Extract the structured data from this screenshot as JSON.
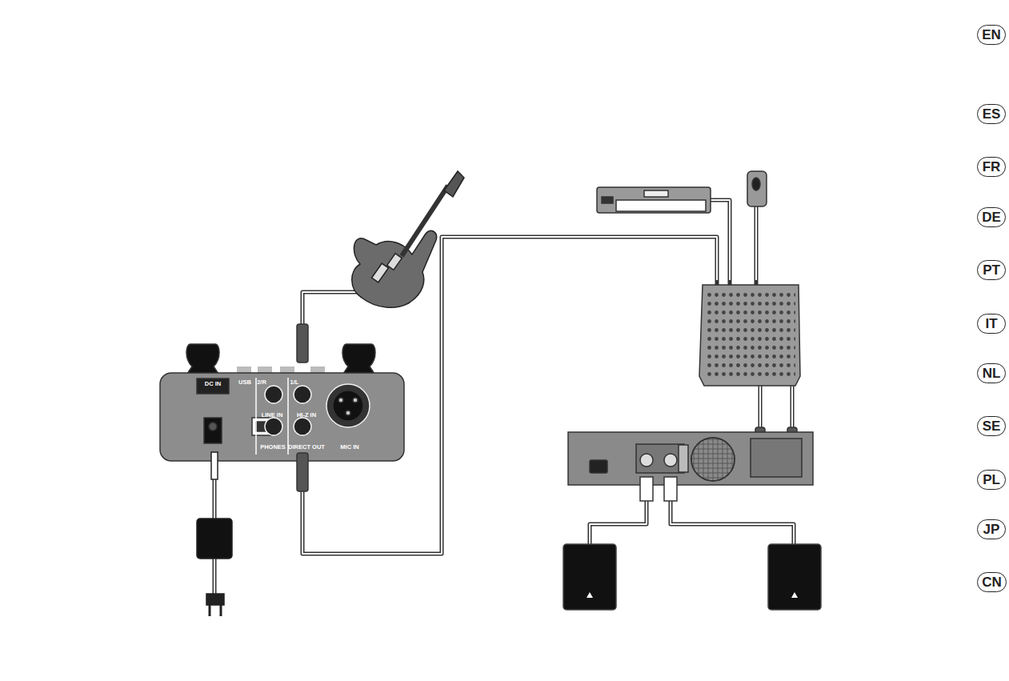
{
  "diagram": {
    "nodes": [
      {
        "text": [
          "EN"
        ]
      },
      {
        "text": [
          "ES"
        ]
      },
      {
        "text": [
          "FR"
        ]
      },
      {
        "text": [
          "DE"
        ]
      },
      {
        "text": [
          "PT"
        ]
      },
      {
        "text": [
          "IT"
        ]
      },
      {
        "text": [
          "NL"
        ]
      },
      {
        "text": [
          "SE"
        ]
      },
      {
        "text": [
          "PL"
        ]
      },
      {
        "text": [
          "JP"
        ]
      },
      {
        "text": [
          "CN"
        ]
      }
    ],
    "labels": [
      "DC IN",
      "USB",
      "2/R",
      "1/L",
      "LINE IN",
      "HI-Z IN",
      "PHONES",
      "DIRECT OUT",
      "MIC IN"
    ]
  }
}
